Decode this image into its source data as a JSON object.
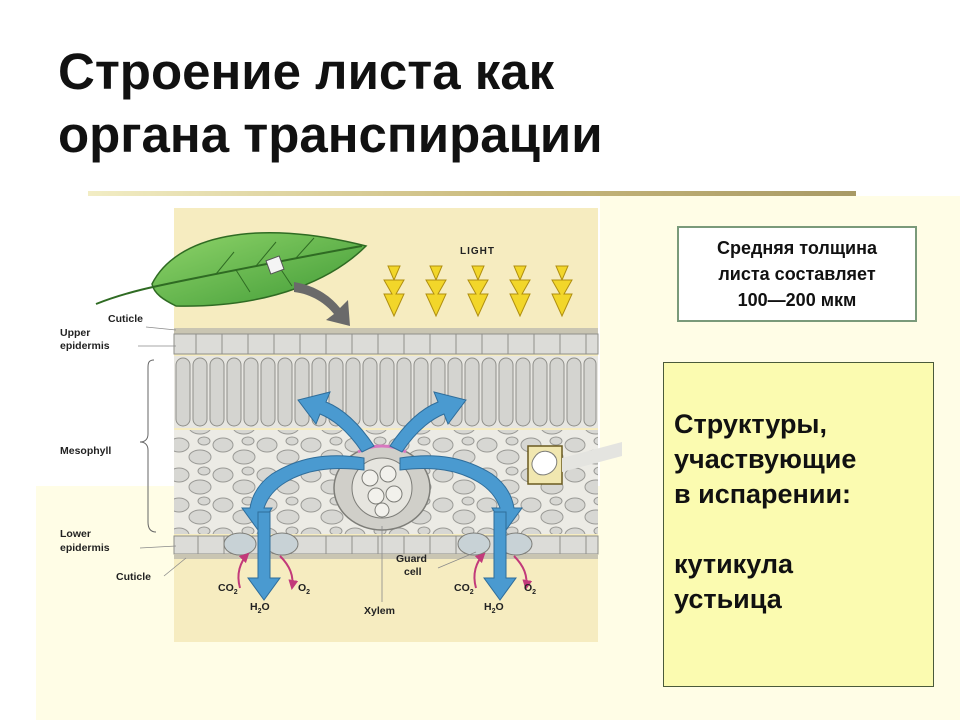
{
  "title": {
    "line1": "Строение листа как",
    "line2": "органа транспирации"
  },
  "info_box": {
    "line1": "Средняя толщина",
    "line2": "листа составляет",
    "line3": "100—200 мкм"
  },
  "structures_box": {
    "heading_line1": "Структуры,",
    "heading_line2": "участвующие",
    "heading_line3": "в испарении:",
    "item1": "кутикула",
    "item2": "устьица"
  },
  "diagram": {
    "light": "LIGHT",
    "cuticle_top": "Cuticle",
    "upper_epidermis_1": "Upper",
    "upper_epidermis_2": "epidermis",
    "mesophyll": "Mesophyll",
    "lower_epidermis_1": "Lower",
    "lower_epidermis_2": "epidermis",
    "cuticle_bottom": "Cuticle",
    "guard_cell_1": "Guard",
    "guard_cell_2": "cell",
    "xylem": "Xylem",
    "co2_left": "CO",
    "co2_left_sub": "2",
    "o2_left": "O",
    "o2_left_sub": "2",
    "h2o_left_h": "H",
    "h2o_left_sub": "2",
    "h2o_left_o": "O",
    "co2_right": "CO",
    "co2_right_sub": "2",
    "o2_right": "O",
    "o2_right_sub": "2",
    "h2o_right_h": "H",
    "h2o_right_sub": "2",
    "h2o_right_o": "O"
  },
  "colors": {
    "background_panel": "#fffde6",
    "diagram_panel": "#f6ecc0",
    "leaf_green": "#5cb84a",
    "arrow_blue": "#4a9ad0",
    "light_yellow": "#f2d62a",
    "box_yellow": "#fbfbb0"
  }
}
